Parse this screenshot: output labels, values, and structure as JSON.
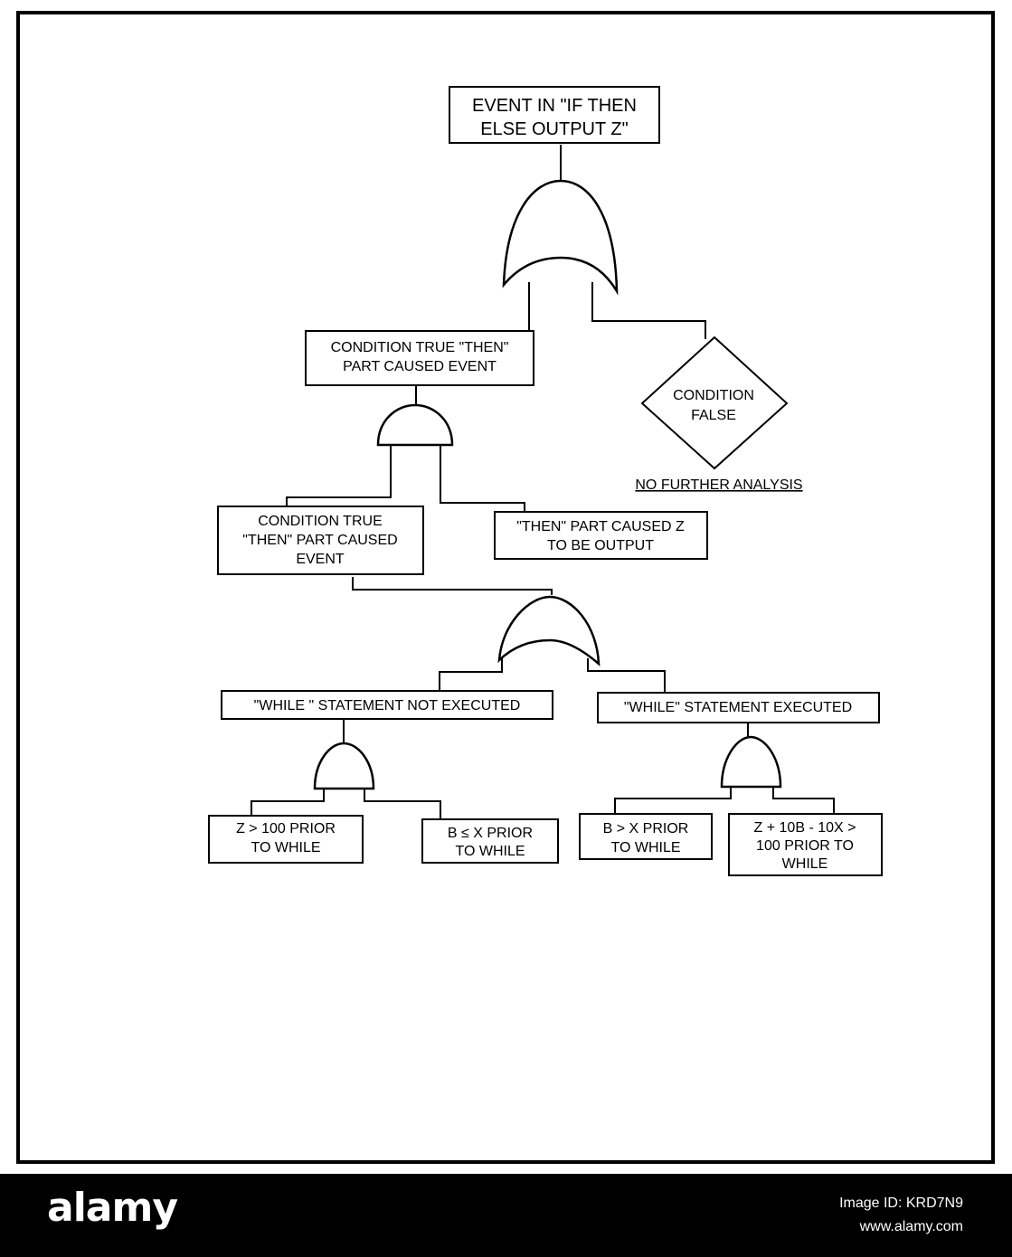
{
  "diagram": {
    "top_event": [
      "EVENT IN \"IF THEN",
      "ELSE OUTPUT Z\""
    ],
    "cond_true_then": [
      "CONDITION TRUE \"THEN\"",
      "PART CAUSED EVENT"
    ],
    "cond_false": [
      "CONDITION",
      "FALSE"
    ],
    "no_further": "NO FURTHER ANALYSIS",
    "cond_true_then_2": [
      "CONDITION TRUE",
      "\"THEN\" PART CAUSED",
      "EVENT"
    ],
    "then_output_z": [
      "\"THEN\" PART CAUSED Z",
      "TO BE OUTPUT"
    ],
    "while_not_executed": "\"WHILE \" STATEMENT NOT EXECUTED",
    "while_executed": "\"WHILE\" STATEMENT EXECUTED",
    "z_gt_100": [
      "Z > 100 PRIOR",
      "TO WHILE"
    ],
    "b_le_x": [
      "B ≤ X PRIOR",
      "TO WHILE"
    ],
    "b_gt_x": [
      "B > X PRIOR",
      "TO WHILE"
    ],
    "z_formula": [
      "Z + 10B - 10X >",
      "100  PRIOR TO",
      "WHILE"
    ]
  },
  "footer": {
    "logo": "alamy",
    "image_id": "Image ID: KRD7N9",
    "site": "www.alamy.com"
  }
}
